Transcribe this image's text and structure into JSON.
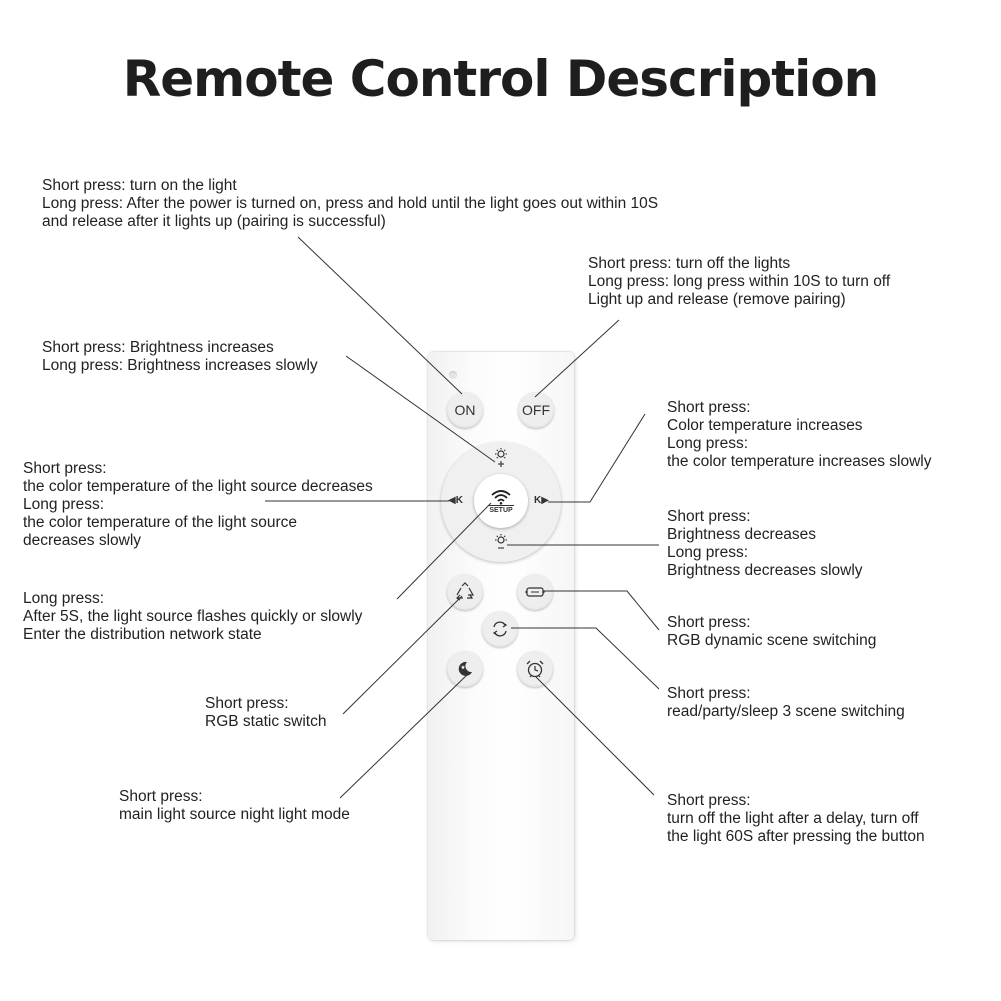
{
  "title": "Remote Control Description",
  "remote": {
    "on_label": "ON",
    "off_label": "OFF",
    "setup_label": "SETUP",
    "k_left_label": "◀K",
    "k_right_label": "K▶"
  },
  "notes": {
    "on": [
      "Short press: turn on the light",
      "Long press: After the power is turned on, press and hold until the light goes out within 10S",
      "and release after it lights up (pairing is successful)"
    ],
    "off": [
      "Short press: turn off the lights",
      "Long press: long press within 10S to turn off",
      "Light up and release (remove pairing)"
    ],
    "brightness_up": [
      "Short press: Brightness increases",
      "Long press: Brightness increases slowly"
    ],
    "ct_up": [
      "Short press:",
      "Color temperature increases",
      "Long press:",
      "the color temperature increases slowly"
    ],
    "ct_down": [
      "Short press:",
      "the color temperature of the light source decreases",
      "Long press:",
      "the color temperature of the light source",
      "decreases slowly"
    ],
    "brightness_down": [
      "Short press:",
      "Brightness decreases",
      "Long press:",
      "Brightness decreases slowly"
    ],
    "setup": [
      "Long press:",
      "After 5S, the light source flashes quickly or slowly",
      "Enter the distribution network state"
    ],
    "rgb_dynamic": [
      "Short press:",
      "RGB dynamic scene switching"
    ],
    "rgb_static": [
      "Short press:",
      "RGB static switch"
    ],
    "scene": [
      "Short press:",
      "read/party/sleep 3 scene switching"
    ],
    "night": [
      "Short press:",
      "main light source night light mode"
    ],
    "delay": [
      "Short press:",
      "turn off the light after a delay, turn off",
      "the light 60S after pressing the button"
    ]
  }
}
